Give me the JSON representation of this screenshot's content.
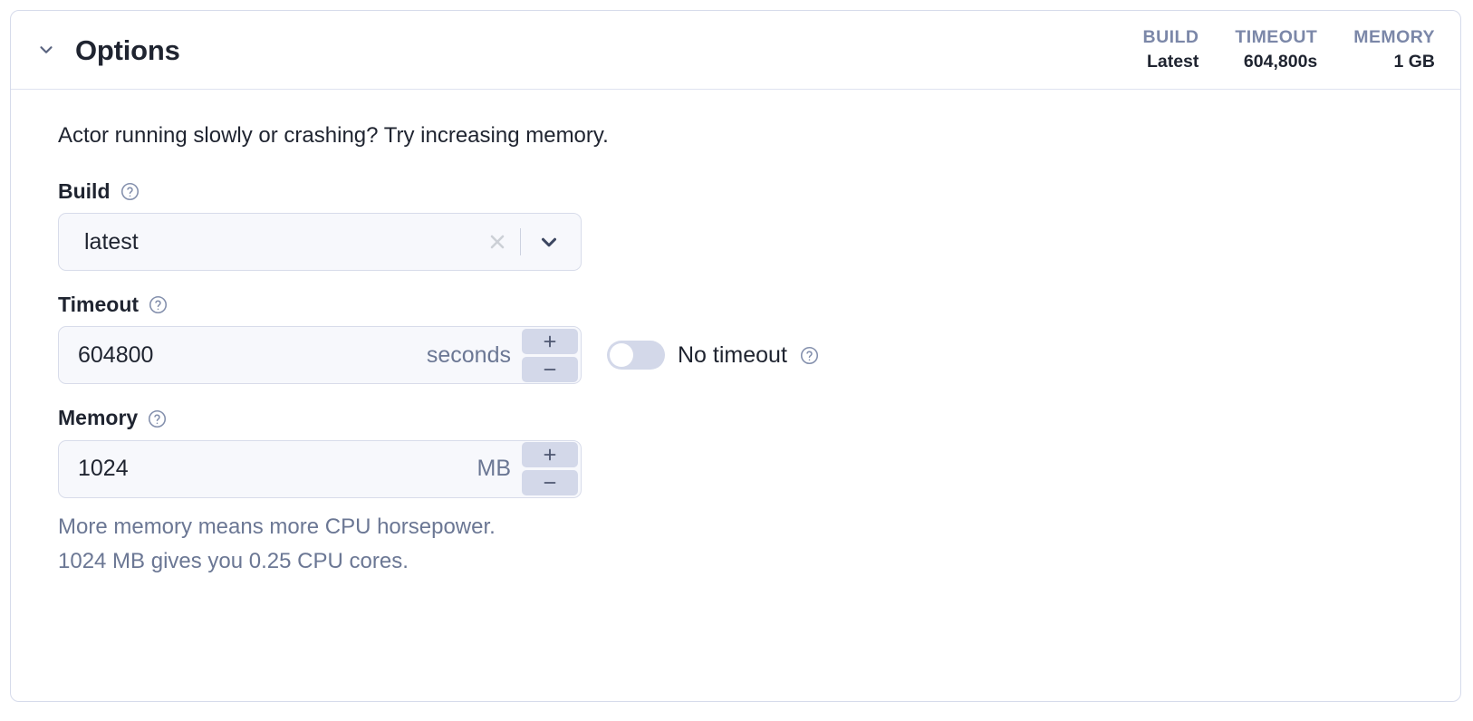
{
  "panel": {
    "title": "Options",
    "collapse_icon": "chevron-down-icon",
    "stats": [
      {
        "label": "BUILD",
        "value": "Latest"
      },
      {
        "label": "TIMEOUT",
        "value": "604,800s"
      },
      {
        "label": "MEMORY",
        "value": "1 GB"
      }
    ],
    "intro": "Actor running slowly or crashing? Try increasing memory.",
    "fields": {
      "build": {
        "label": "Build",
        "help_icon": "help-circle-icon",
        "value": "latest",
        "clear_icon": "close-icon",
        "dropdown_icon": "chevron-down-icon"
      },
      "timeout": {
        "label": "Timeout",
        "help_icon": "help-circle-icon",
        "value": "604800",
        "unit": "seconds",
        "increment_icon": "plus-icon",
        "decrement_icon": "minus-icon",
        "toggle": {
          "label": "No timeout",
          "state": "off",
          "help_icon": "help-circle-icon"
        }
      },
      "memory": {
        "label": "Memory",
        "help_icon": "help-circle-icon",
        "value": "1024",
        "unit": "MB",
        "increment_icon": "plus-icon",
        "decrement_icon": "minus-icon",
        "hint_line_1": "More memory means more CPU horsepower.",
        "hint_line_2": "1024 MB gives you 0.25 CPU cores."
      }
    }
  },
  "colors": {
    "panel_border": "#d6dbeb",
    "input_bg": "#f7f8fc",
    "input_border": "#d8dcea",
    "stepper_bg": "#d3d8e9",
    "muted_text": "#6b7794",
    "stat_label": "#7b87a8",
    "primary_text": "#1f2430"
  }
}
